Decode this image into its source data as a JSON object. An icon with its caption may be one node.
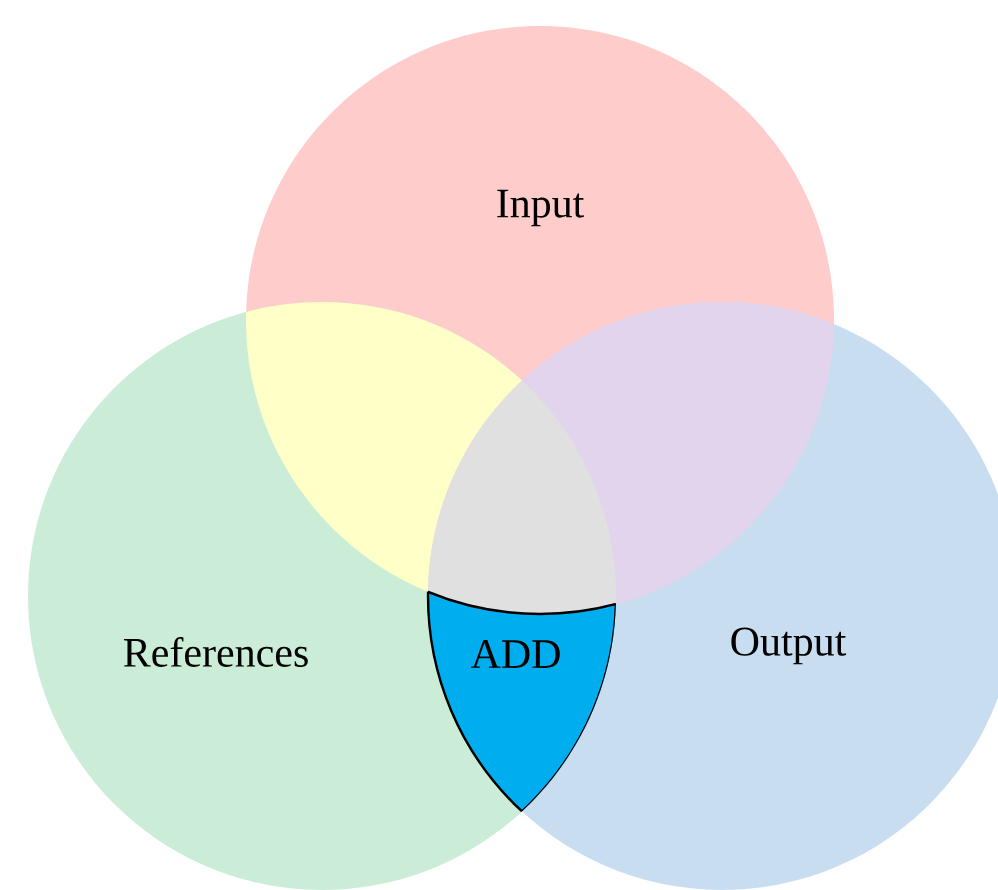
{
  "diagram": {
    "nodes": [
      {
        "text": [
          "Input"
        ]
      },
      {
        "text": [
          "References"
        ]
      },
      {
        "text": [
          "ADD"
        ]
      },
      {
        "text": [
          "Output"
        ]
      }
    ]
  }
}
